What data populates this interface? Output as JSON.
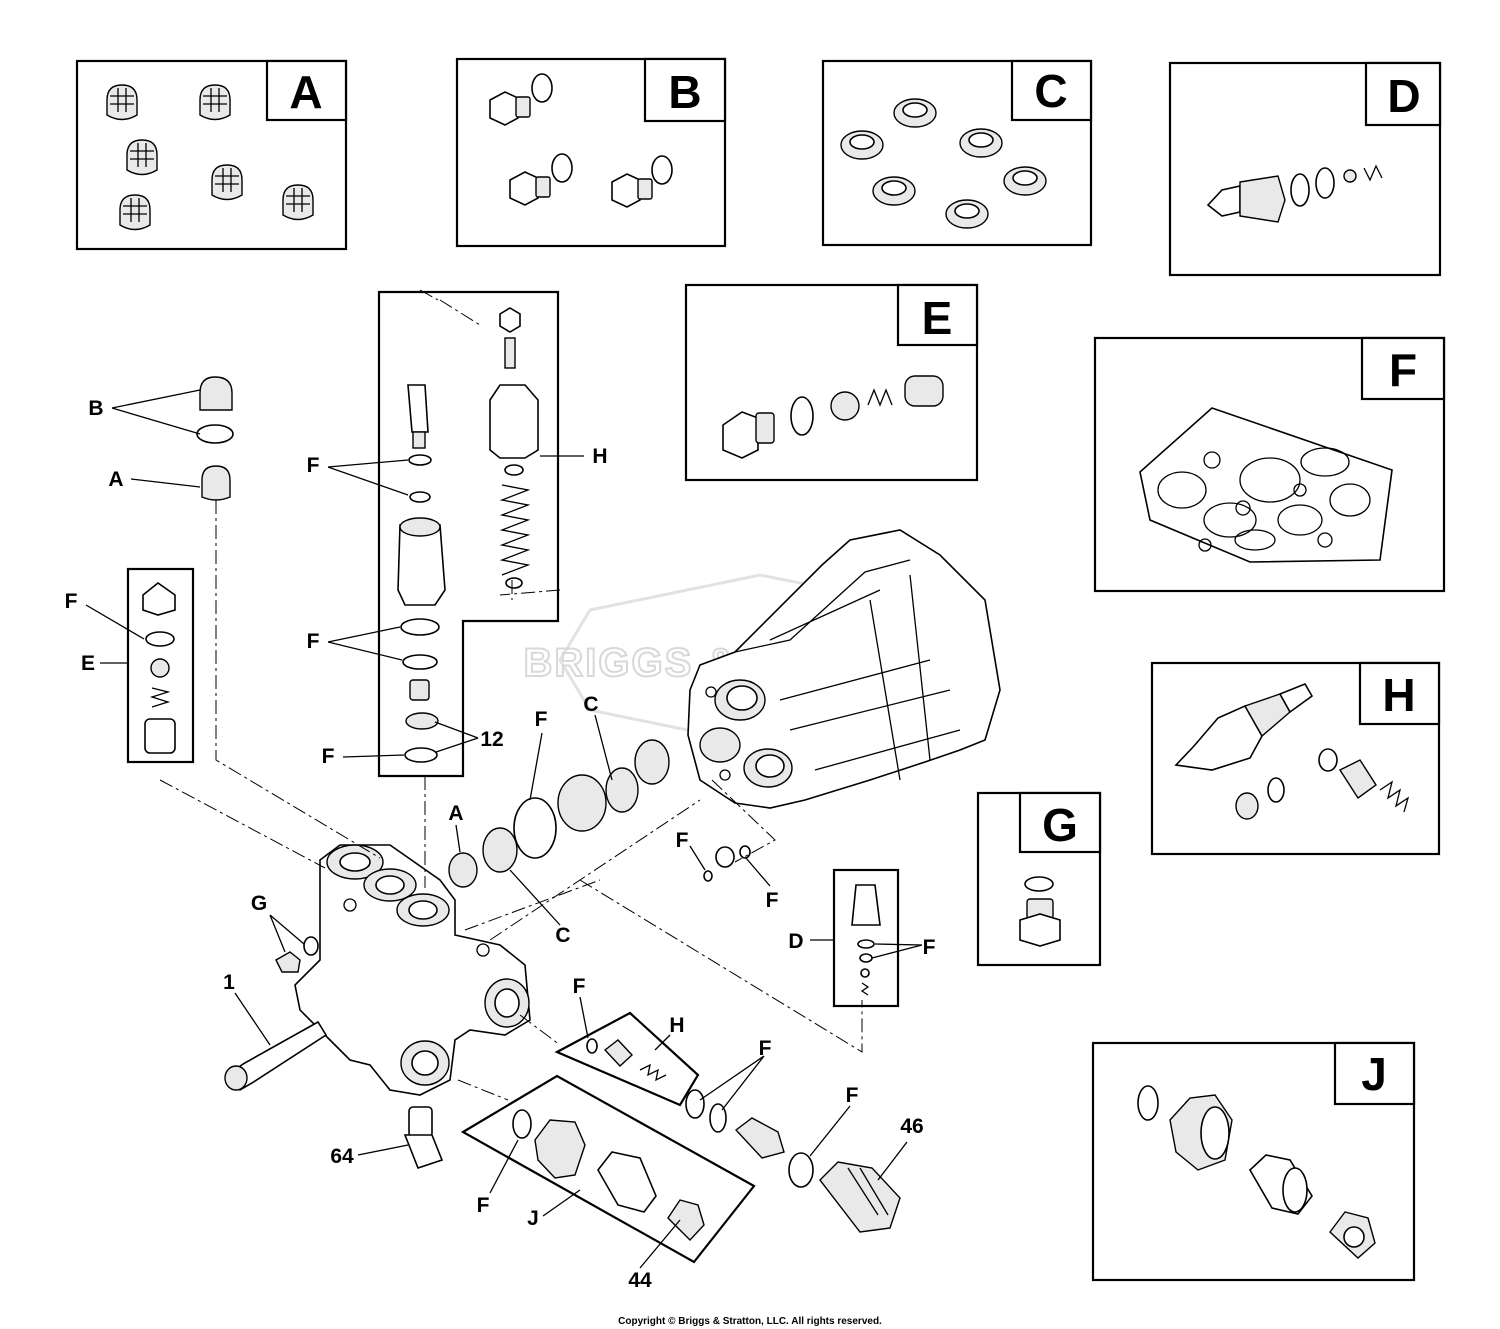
{
  "kits": {
    "A": "A",
    "B": "B",
    "C": "C",
    "D": "D",
    "E": "E",
    "F": "F",
    "G": "G",
    "H": "H",
    "J": "J"
  },
  "callouts": {
    "b_left": "B",
    "a_left": "A",
    "f_left_1": "F",
    "e_left": "E",
    "f_valve_1": "F",
    "h_valve": "H",
    "f_valve_2": "F",
    "f_valve_3": "F",
    "n12": "12",
    "f_mid_top": "F",
    "c_top": "C",
    "a_mid": "A",
    "c_mid": "C",
    "f_small_1": "F",
    "f_small_2": "F",
    "g_left": "G",
    "n1": "1",
    "n64": "64",
    "d_mid": "D",
    "f_d": "F",
    "f_h_low": "F",
    "h_low": "H",
    "f_pair": "F",
    "f_46": "F",
    "n46": "46",
    "f_j": "F",
    "j_low": "J",
    "n44": "44"
  },
  "watermark": "BRIGGS & STRATTON",
  "copyright": "Copyright © Briggs & Stratton, LLC. All rights reserved."
}
